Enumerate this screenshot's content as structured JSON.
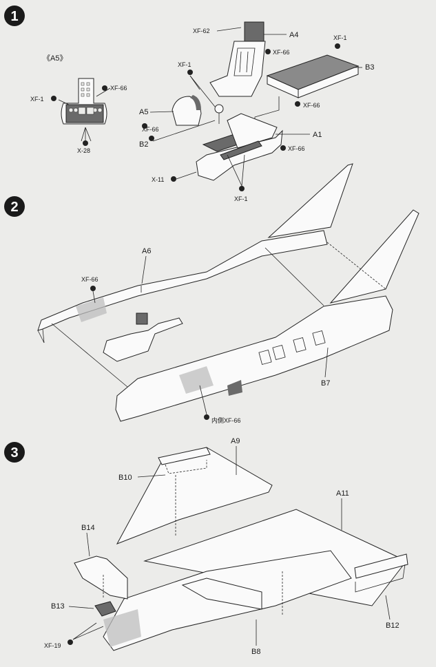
{
  "steps": [
    {
      "number": "1"
    },
    {
      "number": "2"
    },
    {
      "number": "3"
    }
  ],
  "step1": {
    "subassembly": "《A5》",
    "a5_sub": {
      "xf1": "XF-1",
      "xf66": "XF-66",
      "x28": "X-28"
    },
    "labels": {
      "xf62": "XF-62",
      "a4": "A4",
      "xf66_seat": "XF-66",
      "xf1_stick": "XF-1",
      "a5": "A5",
      "xf66_a5": "XF-66",
      "b2": "B2",
      "xf1_b3": "XF-1",
      "b3": "B3",
      "xf66_b3": "XF-66",
      "a1": "A1",
      "xf66_a1": "XF-66",
      "x11": "X-11",
      "xf1_tub": "XF-1"
    }
  },
  "step2": {
    "labels": {
      "a6": "A6",
      "xf66": "XF-66",
      "b7": "B7",
      "inner_xf66": "内側XF-66"
    }
  },
  "step3": {
    "labels": {
      "a9": "A9",
      "b10": "B10",
      "a11": "A11",
      "b14": "B14",
      "b13": "B13",
      "xf19": "XF-19",
      "b12": "B12",
      "b8": "B8"
    }
  },
  "colors": {
    "background": "#ececea",
    "ink": "#1a1a1a",
    "paint_dark": "#5a5a5a"
  }
}
